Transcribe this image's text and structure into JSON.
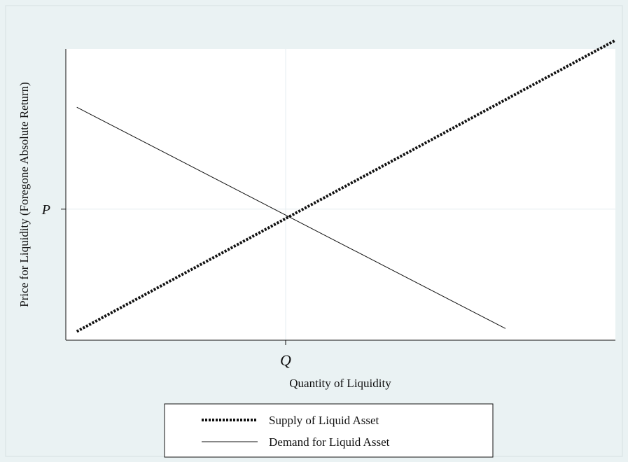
{
  "chart_data": {
    "type": "line",
    "title": "",
    "xlabel": "Quantity of Liquidity",
    "ylabel": "Price for Liquidity (Foregone Absolute Return)",
    "xlim": [
      0,
      10
    ],
    "ylim": [
      0,
      10
    ],
    "x_ticks": [
      {
        "value": 4,
        "label": "Q"
      }
    ],
    "y_ticks": [
      {
        "value": 4.5,
        "label": "P"
      }
    ],
    "grid": true,
    "legend_position": "bottom",
    "series": [
      {
        "name": "Supply of Liquid Asset",
        "style": "dotted",
        "color": "#111111",
        "x": [
          0.2,
          10
        ],
        "y": [
          0.3,
          10.3
        ]
      },
      {
        "name": "Demand for Liquid Asset",
        "style": "solid",
        "color": "#111111",
        "x": [
          0.2,
          8
        ],
        "y": [
          8.0,
          0.4
        ]
      }
    ]
  }
}
